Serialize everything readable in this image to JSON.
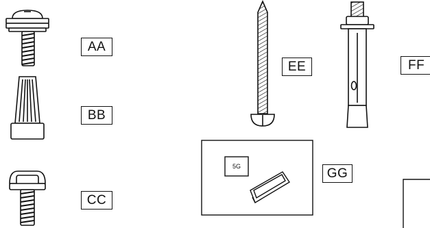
{
  "labels": {
    "aa": "AA",
    "bb": "BB",
    "cc": "CC",
    "ee": "EE",
    "ff": "FF",
    "gg": "GG",
    "package_tag": "5G"
  },
  "colors": {
    "line": "#111111",
    "background": "#ffffff"
  },
  "icons": {
    "aa": "pan-head-screw-with-washer-icon",
    "bb": "wire-nut-icon",
    "cc": "pan-head-screw-icon",
    "ee": "wood-screw-icon",
    "ff": "expansion-anchor-bolt-icon",
    "gg": "wedge-in-package-icon"
  }
}
